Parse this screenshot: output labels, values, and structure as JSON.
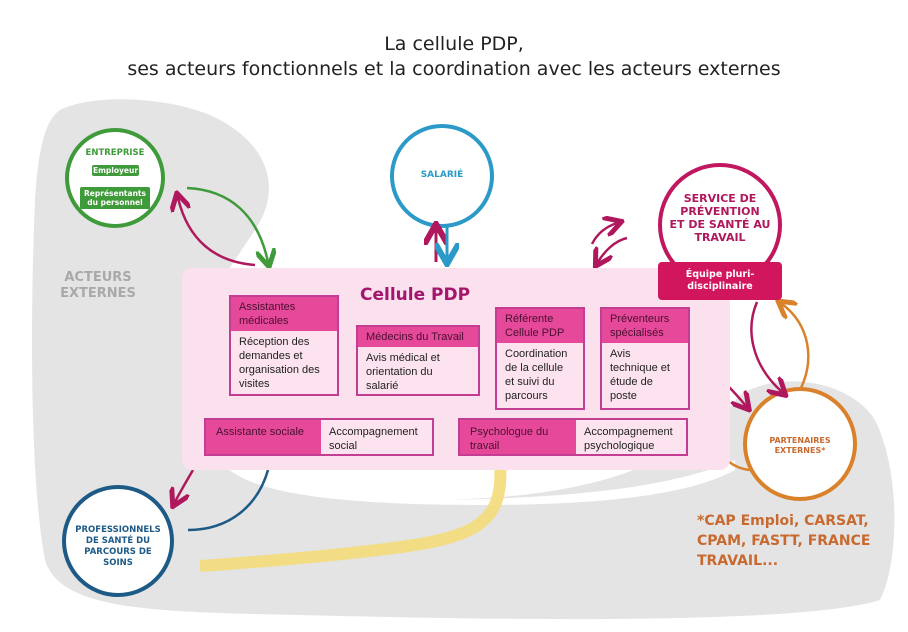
{
  "title": {
    "line1": "La cellule PDP,",
    "line2": "ses acteurs fonctionnels et la coordination avec les acteurs externes"
  },
  "zone_label": {
    "line1": "ACTEURS",
    "line2": "EXTERNES"
  },
  "entreprise": {
    "title": "ENTREPRISE",
    "pill1": "Employeur",
    "pill2_line1": "Représentants",
    "pill2_line2": "du personnel",
    "color": "#3f9a3a"
  },
  "salarie": {
    "title": "SALARIÉ",
    "color": "#2b9ac8"
  },
  "spst": {
    "line1": "SERVICE DE",
    "line2": "PRÉVENTION",
    "line3": "ET DE SANTÉ AU",
    "line4": "TRAVAIL",
    "equipe_line1": "Équipe pluri-",
    "equipe_line2": "disciplinaire",
    "color": "#c0175e"
  },
  "partenaires": {
    "line1": "PARTENAIRES",
    "line2": "EXTERNES*",
    "color": "#d9822b"
  },
  "professionnels": {
    "line1": "PROFESSIONNELS",
    "line2": "DE SANTÉ DU",
    "line3": "PARCOURS DE",
    "line4": "SOINS",
    "color": "#1d5a86"
  },
  "cellule": {
    "title": "Cellule PDP",
    "cards": [
      {
        "header": [
          "Assistantes",
          "médicales"
        ],
        "body": [
          "Réception des",
          "demandes et",
          "organisation des",
          "visites"
        ]
      },
      {
        "header": [
          "Médecins du Travail"
        ],
        "body": [
          "Avis médical et",
          "orientation du",
          "salarié"
        ]
      },
      {
        "header": [
          "Référente",
          "Cellule PDP"
        ],
        "body": [
          "Coordination",
          "de la cellule",
          "et suivi du",
          "parcours"
        ]
      },
      {
        "header": [
          "Préventeurs",
          "spécialisés"
        ],
        "body": [
          "Avis",
          "technique et",
          "étude de",
          "poste"
        ]
      }
    ],
    "rows": [
      {
        "header": [
          "Assistante sociale"
        ],
        "body": [
          "Accompagnement",
          "social"
        ]
      },
      {
        "header": [
          "Psychologue du",
          "travail"
        ],
        "body": [
          "Accompagnement",
          "psychologique"
        ]
      }
    ]
  },
  "footnote": {
    "line1": "*CAP Emploi, CARSAT,",
    "line2": "CPAM, FASTT, FRANCE",
    "line3": "TRAVAIL..."
  },
  "colors": {
    "gray_zone": "#e4e4e4",
    "pink_accent": "#e6489a",
    "magenta_arrow": "#b0185e",
    "yellow_link": "#f3dc7a"
  }
}
